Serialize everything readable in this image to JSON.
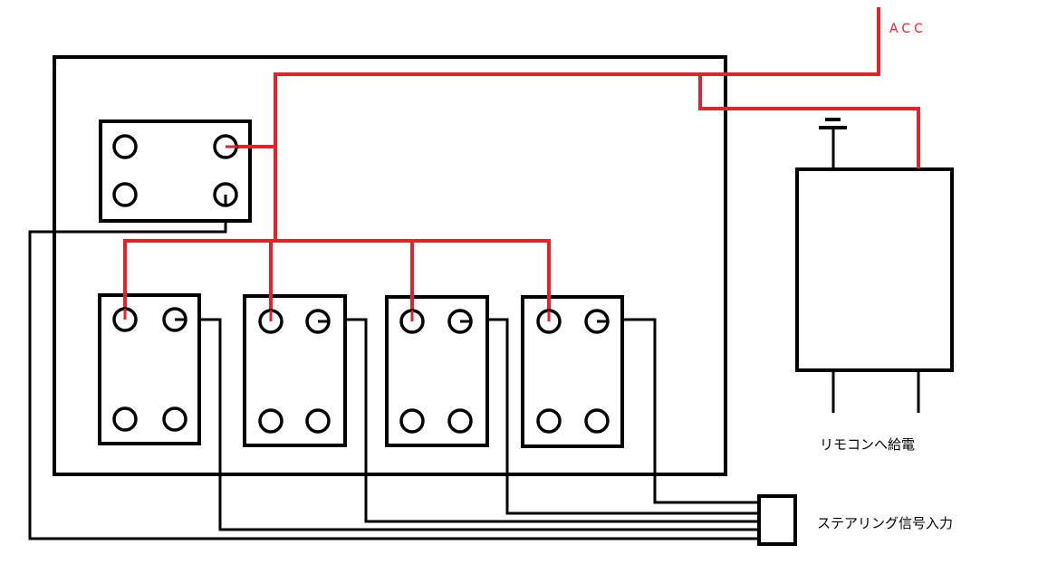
{
  "labels": {
    "acc": "ACC",
    "remote_power": "リモコンへ給電",
    "steering_input": "ステアリング信号入力"
  },
  "colors": {
    "power_wire": "#e3232c",
    "signal_wire": "#000000",
    "acc_text": "#e3232c"
  }
}
